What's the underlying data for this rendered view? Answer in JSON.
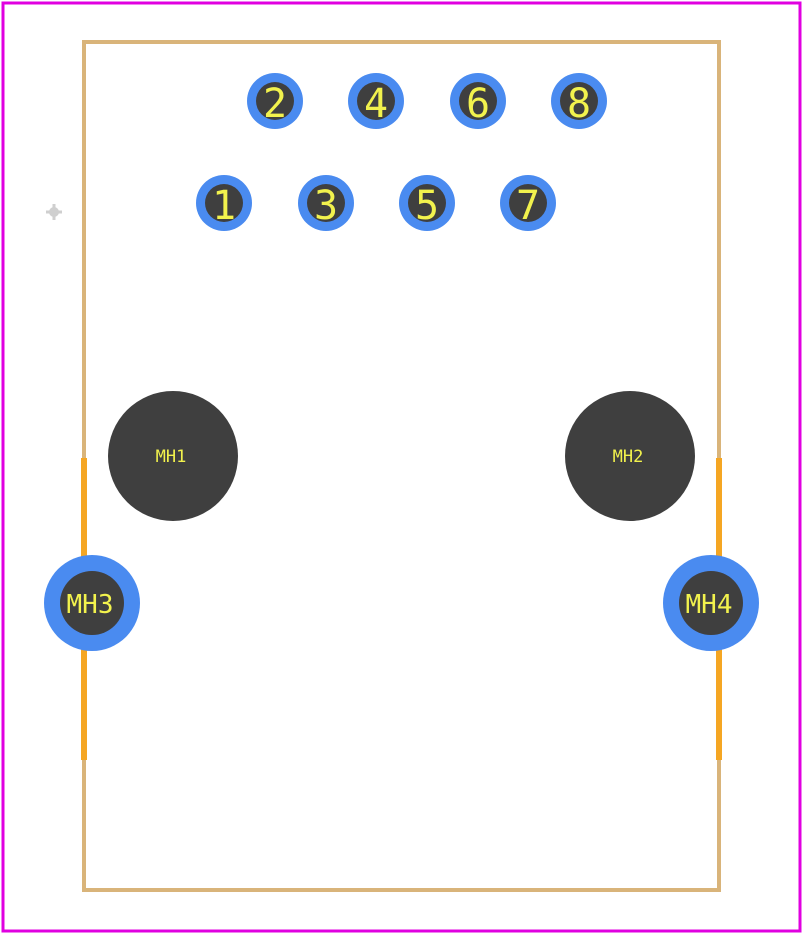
{
  "colors": {
    "courtyard": "#e000e0",
    "silkscreen": "#d9b47a",
    "fab_highlight": "#f5a623",
    "pad_ring": "#4a8bf0",
    "pad_hole": "#3f3f3f",
    "label": "#f2f24d",
    "origin_marker": "#cfcfcf"
  },
  "pins_top_row": [
    "2",
    "4",
    "6",
    "8"
  ],
  "pins_bottom_row": [
    "1",
    "3",
    "5",
    "7"
  ],
  "npth_holes": [
    "MH1",
    "MH2"
  ],
  "mount_pads": [
    "MH3",
    "MH4"
  ],
  "icons": {
    "origin": "origin-cross-icon"
  }
}
